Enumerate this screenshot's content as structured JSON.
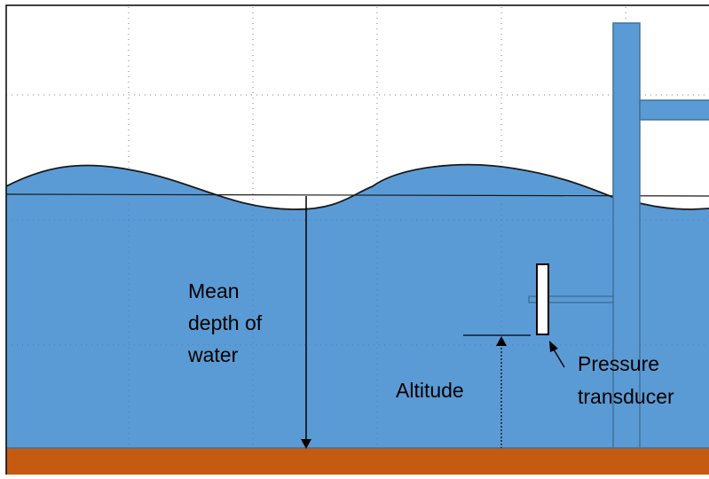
{
  "labels": {
    "mean_depth": [
      "Mean",
      "depth of",
      "water"
    ],
    "altitude": "Altitude",
    "pressure_transducer": [
      "Pressure",
      "transducer"
    ]
  },
  "colors": {
    "water": "#5b9bd5",
    "water_edge": "#41719c",
    "seabed": "#c55a11",
    "frame": "#000000",
    "grid": "#7f7f7f",
    "sensor_fill": "#ffffff",
    "text": "#000000"
  }
}
